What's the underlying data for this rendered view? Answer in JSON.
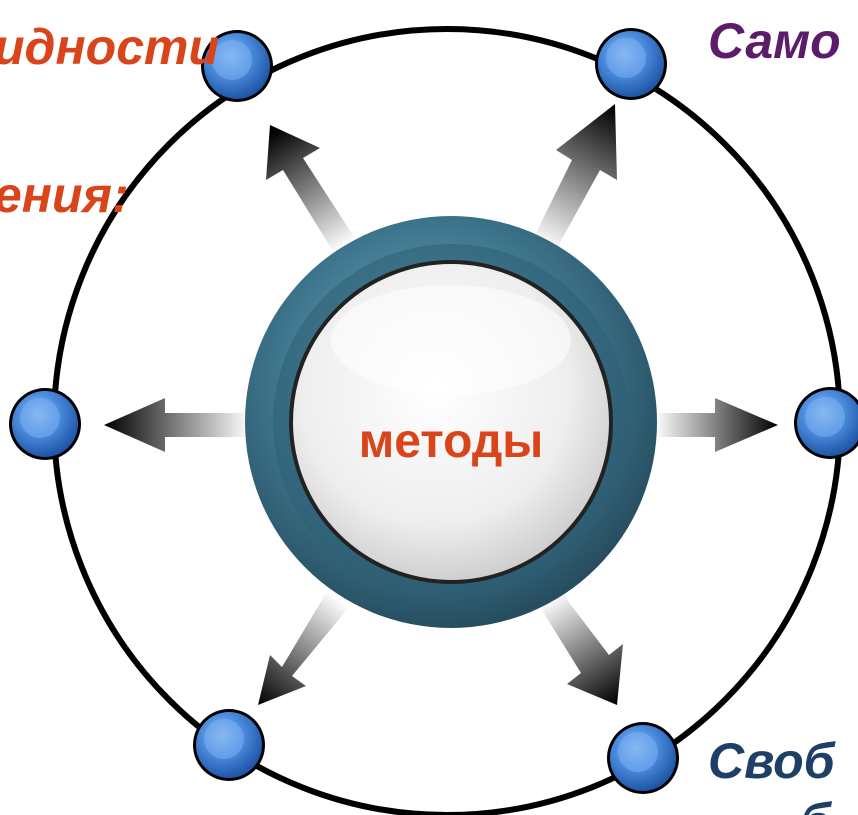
{
  "center_label": "методы",
  "labels": {
    "top_left": "идности",
    "mid_left": "ения:",
    "top_right": "Само",
    "bottom_right_1": "Своб",
    "bottom_right_2": "б"
  },
  "colors": {
    "orange": "#d9441a",
    "purple": "#5b1c6a",
    "navy": "#1e3f66",
    "ring": "#000000",
    "node": "#4a86d4",
    "hub_outer": "#3f7890",
    "hub_inner": "#f2f2f2"
  },
  "nodes": [
    "node-top-left",
    "node-top-right",
    "node-left",
    "node-right",
    "node-bottom-left",
    "node-bottom-right"
  ]
}
